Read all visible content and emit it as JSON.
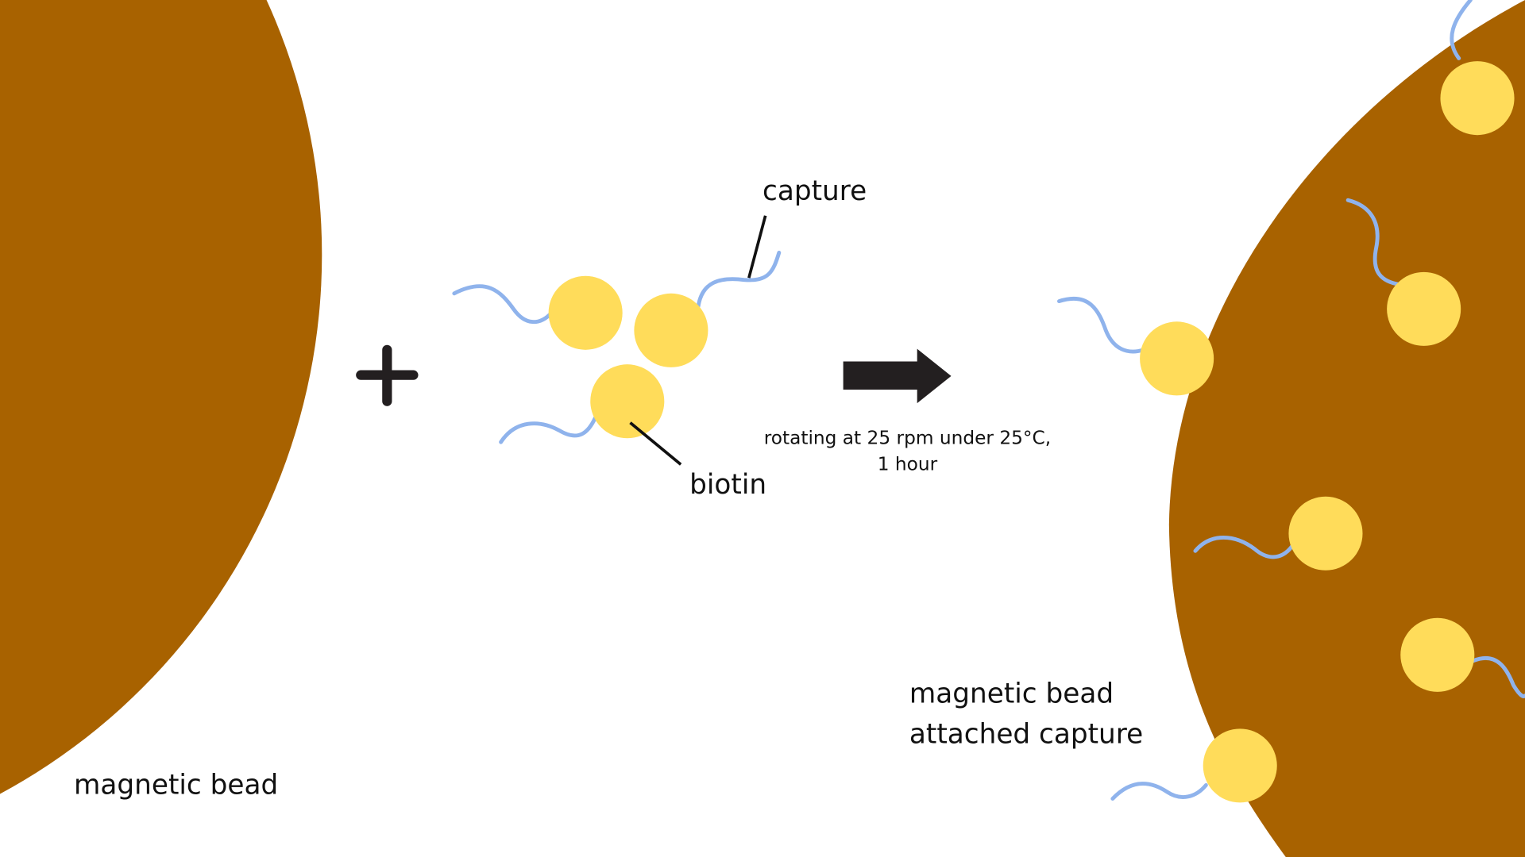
{
  "labels": {
    "capture": "capture",
    "biotin": "biotin",
    "magnetic_bead": "magnetic bead",
    "condition_line1": "rotating at 25 rpm under 25°C,",
    "condition_line2": "1 hour",
    "result_line1": "magnetic bead",
    "result_line2": "attached capture"
  },
  "colors": {
    "bead": "#a86200",
    "biotin": "#ffdc5a",
    "capture": "#8fb3ec",
    "ink": "#231f20"
  }
}
